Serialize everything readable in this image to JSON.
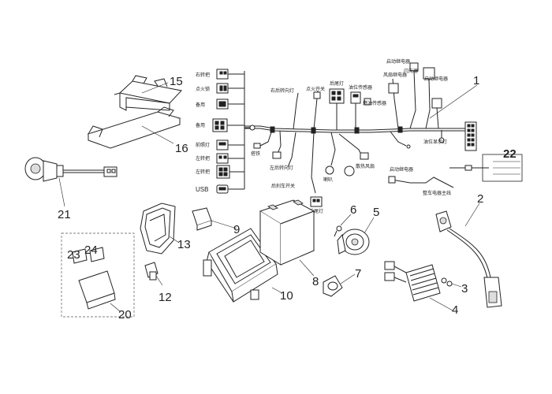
{
  "part_numbers": {
    "p1": "1",
    "p2": "2",
    "p3": "3",
    "p4": "4",
    "p5": "5",
    "p6": "6",
    "p7": "7",
    "p8": "8",
    "p9": "9",
    "p10": "10",
    "p12": "12",
    "p13": "13",
    "p15": "15",
    "p16": "16",
    "p20": "20",
    "p21": "21",
    "p22": "22",
    "p23": "23",
    "p24": "24"
  },
  "harness_labels": {
    "right_handle": "右转把",
    "flameout": "点火锁",
    "spare1": "备用",
    "spare2": "备用",
    "rear_light": "前照灯",
    "left_handle": "左转把",
    "left_handle2": "左转把",
    "usb": "USB",
    "right_rear_turn": "右后转向灯",
    "flameout_switch": "点火开关",
    "tail_light": "后尾灯",
    "fuel_sensor": "油位传感器",
    "rear_sensor": "燃油传感器",
    "fan_relay": "风扇继电器",
    "flash_relay": "闪光器",
    "start_relay": "启动继电器",
    "horn": "喇叭",
    "left_rear_turn": "左后转向灯",
    "brake_switch": "后刹车开关",
    "fan": "散热风扇",
    "oil_light": "油位显示灯",
    "ground": "搭铁",
    "start_relay2": "启动继电器",
    "main_harness": "整车电器主线",
    "tail": "后尾灯"
  }
}
